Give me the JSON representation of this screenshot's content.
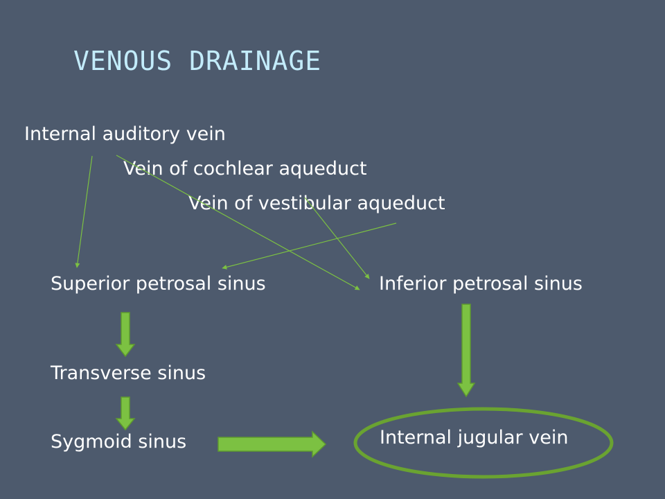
{
  "title": "VENOUS DRAINAGE",
  "nodes": {
    "internal_auditory_vein": "Internal auditory vein",
    "vein_cochlear_aqueduct": "Vein of cochlear aqueduct",
    "vein_vestibular_aqueduct": "Vein of vestibular aqueduct",
    "superior_petrosal_sinus": "Superior petrosal sinus",
    "inferior_petrosal_sinus": "Inferior petrosal sinus",
    "transverse_sinus": "Transverse sinus",
    "sygmoid_sinus": "Sygmoid sinus",
    "internal_jugular_vein": "Internal jugular vein"
  },
  "colors": {
    "background": "#4d5a6d",
    "title": "#c3ecfb",
    "text": "#ffffff",
    "connector": "#7cc142",
    "ellipse": "#6aa331"
  }
}
